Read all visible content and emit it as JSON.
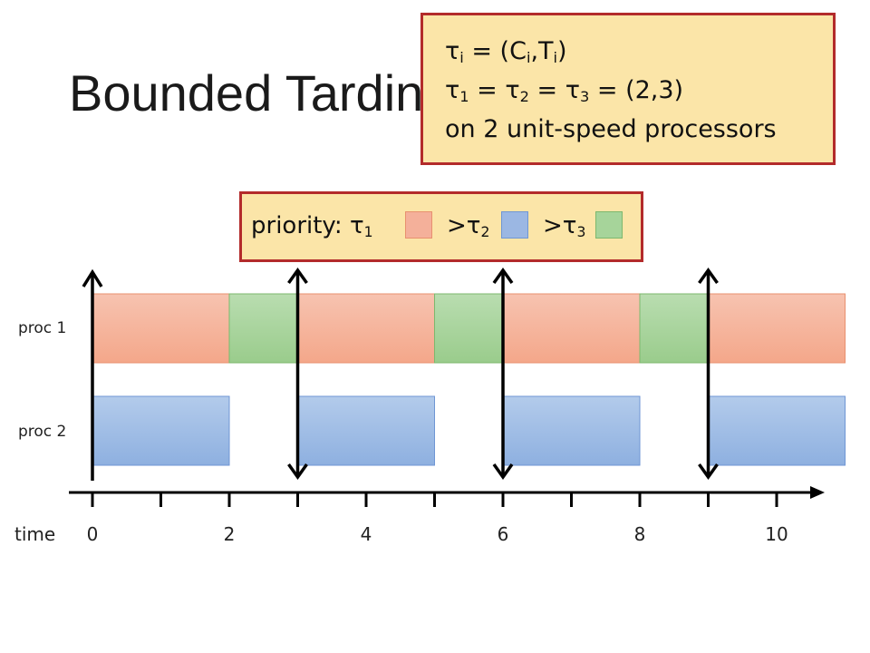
{
  "title": "Bounded Tardin",
  "task_box": {
    "line1": {
      "prefix": "τ",
      "sub1": "i",
      "mid": " = (C",
      "sub2": "i",
      "mid2": ",T",
      "sub3": "i",
      "suffix": ")"
    },
    "line2": {
      "a": "τ",
      "s1": "1",
      "b": " = τ",
      "s2": "2",
      "c": " = τ",
      "s3": "3",
      "d": " = (2,3)"
    },
    "line3": "on 2 unit-speed  processors"
  },
  "priority": {
    "label": "priority: τ",
    "sub1": "1",
    "gt2": ">τ",
    "sub2": "2",
    "gt3": ">τ",
    "sub3": "3"
  },
  "processors": [
    "proc 1",
    "proc 2"
  ],
  "time_label": "time",
  "tick_labels": [
    "0",
    "2",
    "4",
    "6",
    "8",
    "10"
  ],
  "colors": {
    "tau1": "#f4b09a",
    "tau2": "#9bb7e3",
    "tau3": "#a6d49a",
    "tau1_stroke": "#e8906f",
    "tau2_stroke": "#6f96d4",
    "tau3_stroke": "#7db86e",
    "box_fill": "#fbe5a8",
    "box_border": "#b32b2b"
  },
  "chart_data": {
    "type": "gantt",
    "x_range": [
      0,
      11
    ],
    "ticks_major": [
      0,
      2,
      4,
      6,
      8,
      10
    ],
    "ticks_minor": [
      1,
      3,
      5,
      7,
      9
    ],
    "release_deadline_markers": [
      0,
      3,
      6,
      9
    ],
    "schedule": [
      {
        "proc": "proc 1",
        "task": "τ1",
        "start": 0,
        "end": 2
      },
      {
        "proc": "proc 1",
        "task": "τ3",
        "start": 2,
        "end": 3
      },
      {
        "proc": "proc 1",
        "task": "τ1",
        "start": 3,
        "end": 5
      },
      {
        "proc": "proc 1",
        "task": "τ3",
        "start": 5,
        "end": 6
      },
      {
        "proc": "proc 1",
        "task": "τ1",
        "start": 6,
        "end": 8
      },
      {
        "proc": "proc 1",
        "task": "τ3",
        "start": 8,
        "end": 9
      },
      {
        "proc": "proc 1",
        "task": "τ1",
        "start": 9,
        "end": 11
      },
      {
        "proc": "proc 2",
        "task": "τ2",
        "start": 0,
        "end": 2
      },
      {
        "proc": "proc 2",
        "task": "τ2",
        "start": 3,
        "end": 5
      },
      {
        "proc": "proc 2",
        "task": "τ2",
        "start": 6,
        "end": 8
      },
      {
        "proc": "proc 2",
        "task": "τ2",
        "start": 9,
        "end": 11
      }
    ]
  }
}
